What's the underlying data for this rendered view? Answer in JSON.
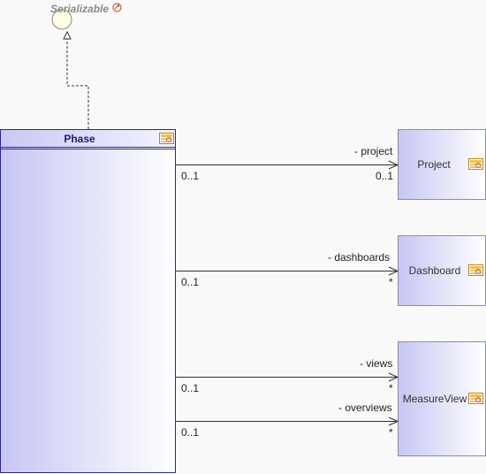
{
  "interface": {
    "name": "Serializable",
    "icon": "uml-interface-icon"
  },
  "classes": {
    "phase": {
      "name": "Phase",
      "icon": "uml-class-icon"
    },
    "project": {
      "name": "Project",
      "icon": "uml-class-icon"
    },
    "dashboard": {
      "name": "Dashboard",
      "icon": "uml-class-icon"
    },
    "measureview": {
      "name": "MeasureView",
      "icon": "uml-class-icon"
    }
  },
  "associations": [
    {
      "role": "- project",
      "source_mult": "0..1",
      "target_mult": "0..1",
      "target": "Project"
    },
    {
      "role": "- dashboards",
      "source_mult": "0..1",
      "target_mult": "*",
      "target": "Dashboard"
    },
    {
      "role": "- views",
      "source_mult": "0..1",
      "target_mult": "*",
      "target": "MeasureView"
    },
    {
      "role": "- overviews",
      "source_mult": "0..1",
      "target_mult": "*",
      "target": "MeasureView"
    }
  ],
  "colors": {
    "phase_title_text": "#1a1a7a",
    "class_border": "#8b8bb0",
    "phase_border": "#2a2a8c",
    "fill_from": "#c6c6f4",
    "fill_to": "#ffffff",
    "interface_fill": "#ffffe0"
  }
}
